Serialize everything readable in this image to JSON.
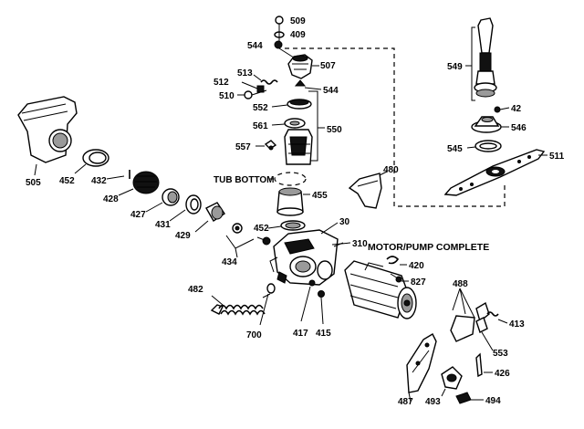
{
  "diagram": {
    "labels": {
      "p509": "509",
      "p409": "409",
      "p544a": "544",
      "p507": "507",
      "p513": "513",
      "p512": "512",
      "p510": "510",
      "p544b": "544",
      "p552": "552",
      "p561": "561",
      "p550": "550",
      "p557": "557",
      "p549": "549",
      "p42": "42",
      "p546": "546",
      "p545": "545",
      "p511": "511",
      "p505": "505",
      "p452a": "452",
      "p432": "432",
      "p428": "428",
      "p427": "427",
      "p431": "431",
      "p429": "429",
      "tub_bottom": "TUB BOTTOM",
      "p455": "455",
      "p480": "480",
      "p452b": "452",
      "p30": "30",
      "p434": "434",
      "p310": "310",
      "motor_pump": "MOTOR/PUMP COMPLETE",
      "p420": "420",
      "p827": "827",
      "p482": "482",
      "p700": "700",
      "p417": "417",
      "p415": "415",
      "p488": "488",
      "p413": "413",
      "p553": "553",
      "p426": "426",
      "p487": "487",
      "p493": "493",
      "p494": "494"
    }
  }
}
